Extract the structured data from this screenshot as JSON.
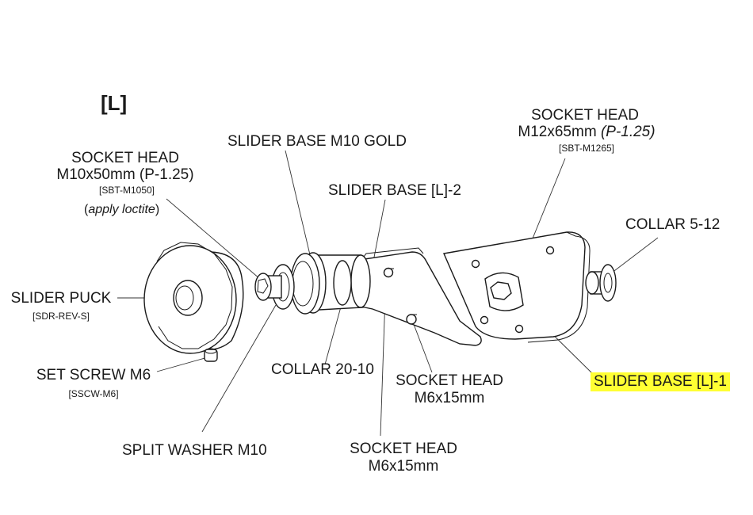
{
  "diagram": {
    "title": "[L]",
    "highlight_color": "#ffff33",
    "labels": {
      "socket_head_left": {
        "line1": "SOCKET HEAD",
        "line2": "M10x50mm (P-1.25)",
        "code": "[SBT-M1050]",
        "note_open": "(",
        "note_italic": "apply loctite",
        "note_close": ")"
      },
      "slider_base_gold": {
        "line1": "SLIDER BASE M10 GOLD"
      },
      "slider_base_l2": {
        "line1": "SLIDER BASE [L]-2"
      },
      "socket_head_right": {
        "line1": "SOCKET HEAD",
        "line2_prefix": "M12x65mm ",
        "line2_italic": "(P-1.25)",
        "code": "[SBT-M1265]"
      },
      "collar_5_12": {
        "line1": "COLLAR 5-12"
      },
      "slider_puck": {
        "line1": "SLIDER PUCK",
        "code": "[SDR-REV-S]"
      },
      "set_screw": {
        "line1": "SET SCREW M6",
        "code": "[SSCW-M6]"
      },
      "collar_20_10": {
        "line1": "COLLAR 20-10"
      },
      "socket_head_m6_a": {
        "line1": "SOCKET HEAD",
        "line2": "M6x15mm"
      },
      "socket_head_m6_b": {
        "line1": "SOCKET HEAD",
        "line2": "M6x15mm"
      },
      "slider_base_l1": {
        "line1": "SLIDER BASE [L]-1"
      },
      "split_washer": {
        "line1": "SPLIT WASHER M10"
      }
    }
  }
}
